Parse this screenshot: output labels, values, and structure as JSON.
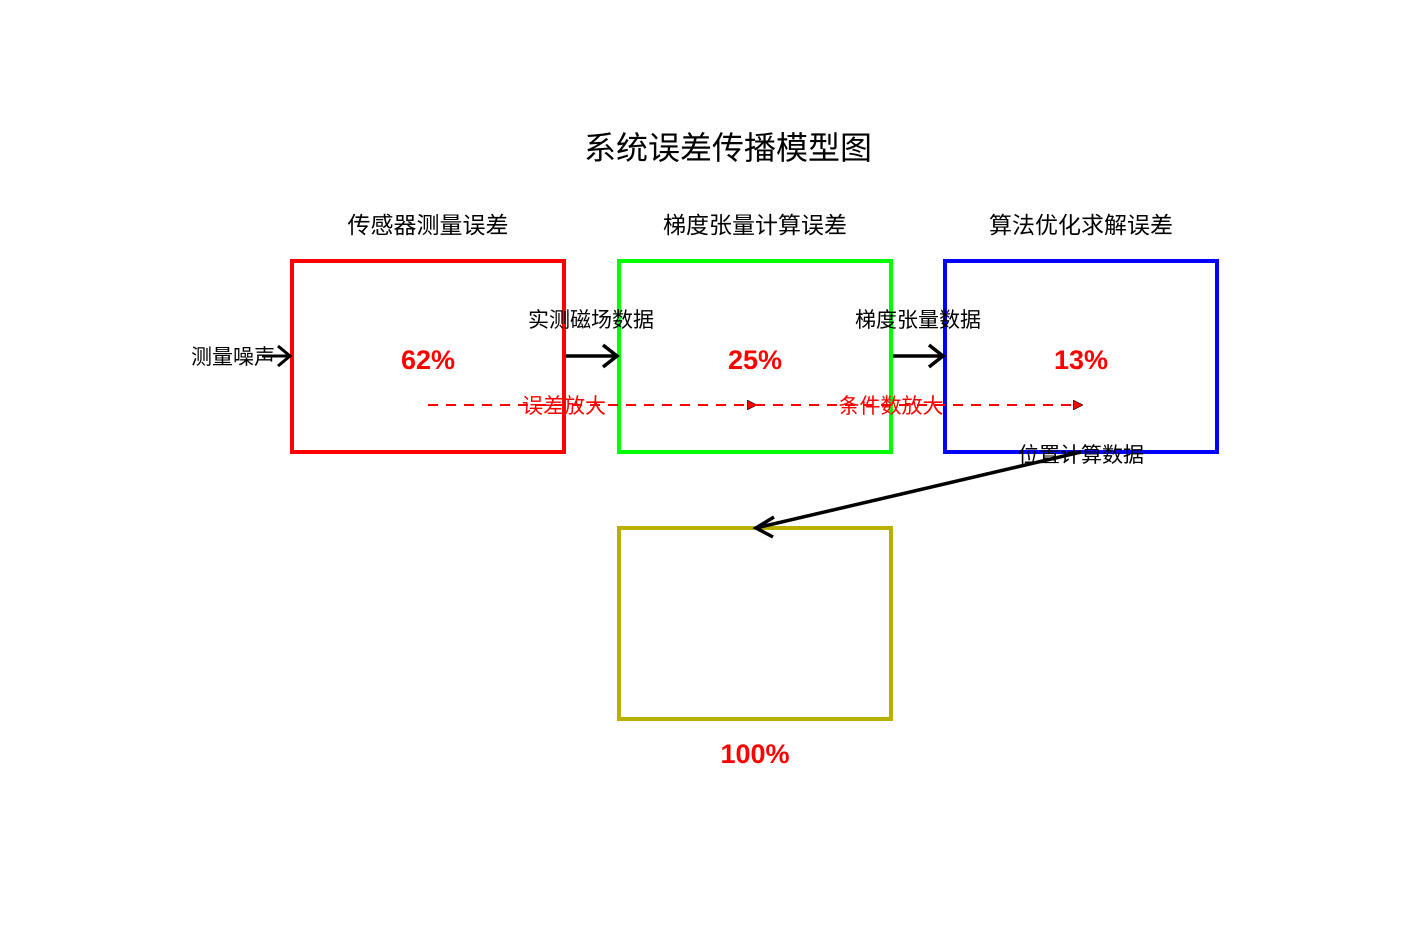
{
  "title": "系统误差传播模型图",
  "stages": [
    {
      "title": "传感器测量误差",
      "percent": "62%",
      "color": "#ff0000"
    },
    {
      "title": "梯度张量计算误差",
      "percent": "25%",
      "color": "#00ff00"
    },
    {
      "title": "算法优化求解误差",
      "percent": "13%",
      "color": "#0000ff"
    }
  ],
  "total": {
    "percent": "100%",
    "color": "#b8b000"
  },
  "flows": {
    "input": "测量噪声",
    "stage1_to_2": "实测磁场数据",
    "stage2_to_3": "梯度张量数据",
    "stage3_to_total": "位置计算数据"
  },
  "amplification": {
    "first": "误差放大",
    "second": "条件数放大",
    "color": "#ff0000"
  },
  "colors": {
    "arrow": "#000000",
    "percent_text": "#ff0000"
  }
}
